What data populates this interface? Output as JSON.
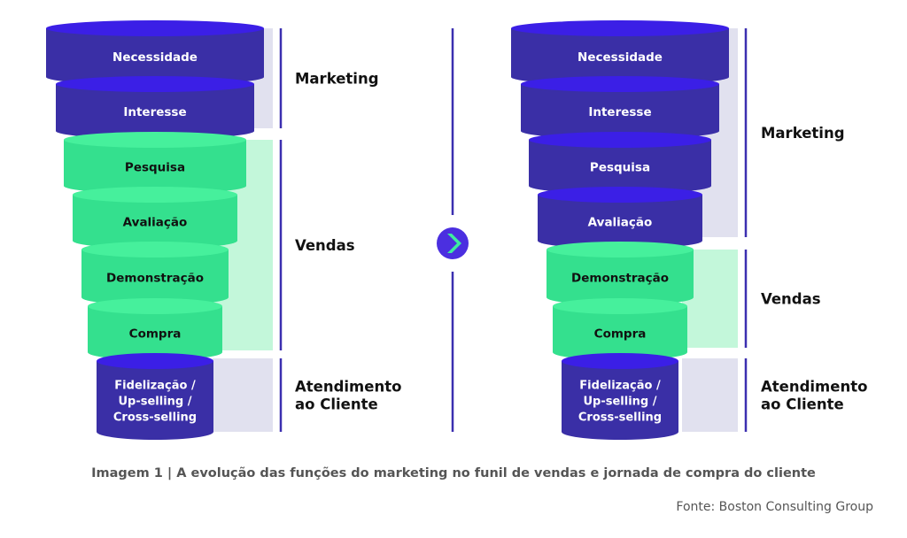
{
  "colors": {
    "navy": "#3A2FA6",
    "navy_top": "#3B1FE6",
    "navy_text": "#ffffff",
    "green": "#34E08E",
    "green_top": "#46F09C",
    "green_text": "#111111",
    "navy_band": "#E1E1EF",
    "green_band": "#C3F7DA",
    "bracket": "#3B2FB0",
    "arrow_circle": "#4B2FE0",
    "arrow": "#3EEBA0"
  },
  "left_funnel": {
    "tiers": [
      {
        "label": "Necessidade",
        "color": "navy"
      },
      {
        "label": "Interesse",
        "color": "navy"
      },
      {
        "label": "Pesquisa",
        "color": "green"
      },
      {
        "label": "Avaliação",
        "color": "green"
      },
      {
        "label": "Demonstração",
        "color": "green"
      },
      {
        "label": "Compra",
        "color": "green"
      },
      {
        "label": "Fidelização /\nUp-selling /\nCross-selling",
        "color": "navy"
      }
    ],
    "groups": [
      {
        "label": "Marketing",
        "band": "navy_band"
      },
      {
        "label": "Vendas",
        "band": "green_band"
      },
      {
        "label": "Atendimento\nao Cliente",
        "band": "navy_band"
      }
    ]
  },
  "right_funnel": {
    "tiers": [
      {
        "label": "Necessidade",
        "color": "navy"
      },
      {
        "label": "Interesse",
        "color": "navy"
      },
      {
        "label": "Pesquisa",
        "color": "navy"
      },
      {
        "label": "Avaliação",
        "color": "navy"
      },
      {
        "label": "Demonstração",
        "color": "green"
      },
      {
        "label": "Compra",
        "color": "green"
      },
      {
        "label": "Fidelização /\nUp-selling /\nCross-selling",
        "color": "navy"
      }
    ],
    "groups": [
      {
        "label": "Marketing",
        "band": "navy_band"
      },
      {
        "label": "Vendas",
        "band": "green_band"
      },
      {
        "label": "Atendimento\nao Cliente",
        "band": "navy_band"
      }
    ]
  },
  "arrow_icon": "chevron-right-icon",
  "caption": "Imagem 1 | A evolução das funções do marketing no funil de vendas e jornada de compra do cliente",
  "source": "Fonte: Boston Consulting Group"
}
